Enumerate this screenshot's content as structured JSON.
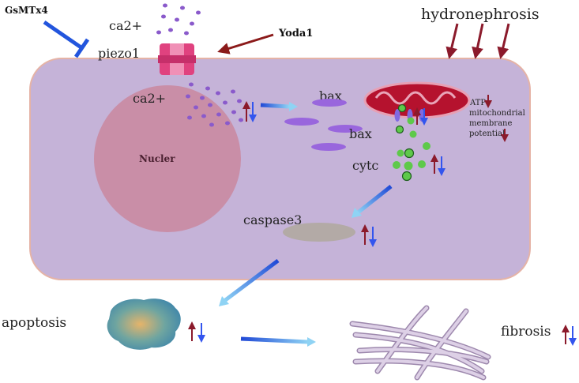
{
  "labels": {
    "gsmtx4": "GsMTx4",
    "ca_outside": "ca2+",
    "yoda1": "Yoda1",
    "piezo1": "piezo1",
    "hydronephrosis": "hydronephrosis",
    "ca_inside": "ca2+",
    "bax_top": "bax",
    "bax_mid": "bax",
    "atp": "ATP",
    "mito_line1": "mitochondrial",
    "mito_line2": "membrane",
    "mito_line3": "potential",
    "nucleus": "Nucler",
    "cytc": "cytc",
    "caspase3": "caspase3",
    "apoptosis": "apoptosis",
    "fibrosis": "fibrosis"
  },
  "colors": {
    "cell_fill": "#c5b3d8",
    "cell_stroke": "#e5b3a6",
    "nucleus_fill": "#c98ea7",
    "piezo": "#e0427f",
    "inhibit_blue": "#2255dd",
    "yoda_arrow": "#8b1a1a",
    "up_arrow": "#8b1a2b",
    "down_arrow": "#3355ee",
    "ion_purple": "#8a5acb",
    "bax_purple": "#9966dd",
    "mito_red": "#b5122e",
    "cytc_green": "#5ec94a",
    "caspase_gray": "#b3aaa6",
    "fiber_lavender": "#c9b6d8"
  }
}
